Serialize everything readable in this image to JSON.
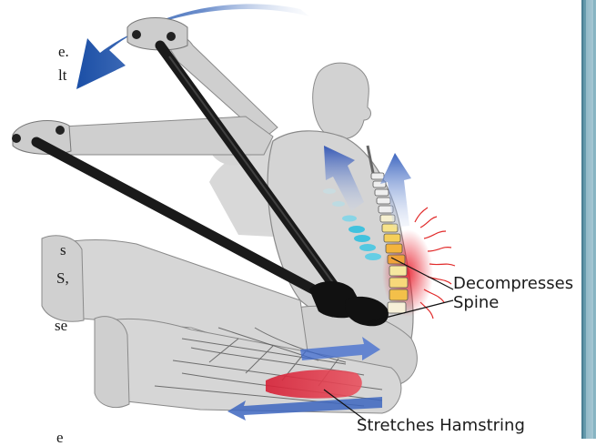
{
  "image": {
    "cut_text_fragments": [
      "e.",
      "lt",
      "s",
      "S,",
      "se",
      "e"
    ],
    "labels": {
      "decompress_line1": "Decompresses",
      "decompress_line2": "Spine",
      "hamstring": "Stretches Hamstring"
    }
  }
}
